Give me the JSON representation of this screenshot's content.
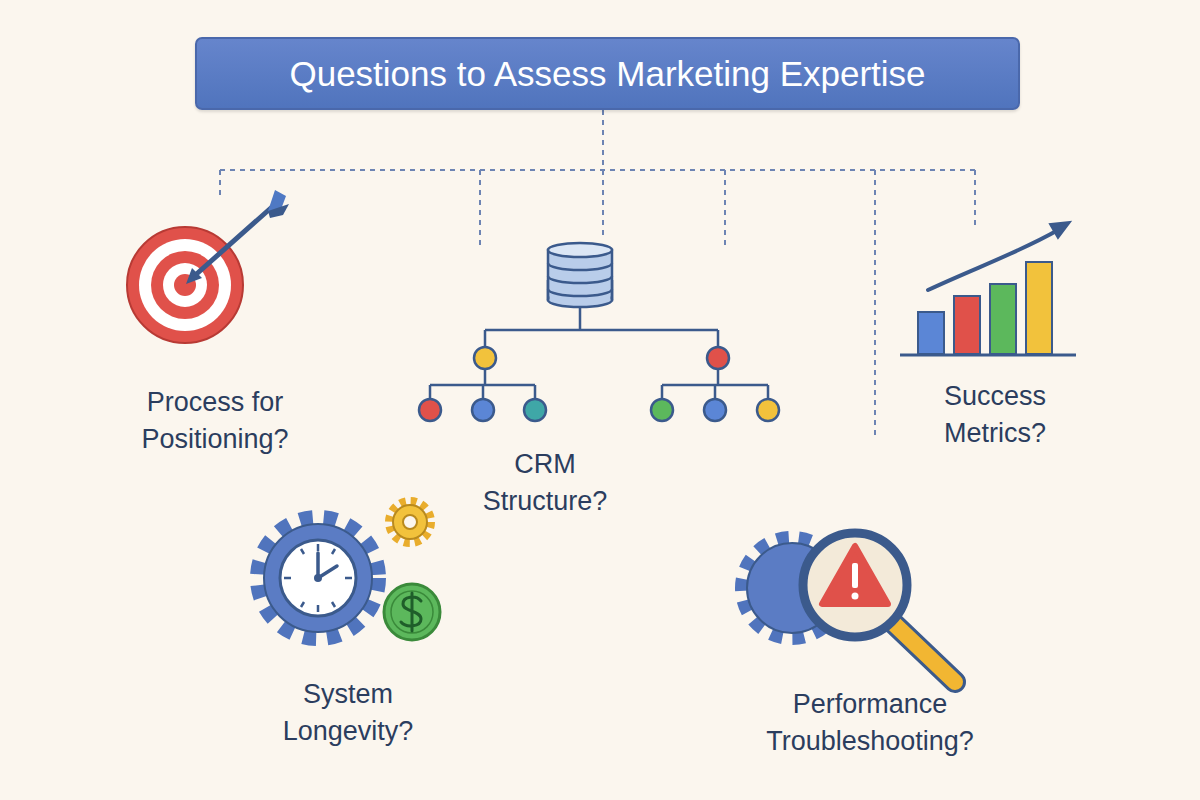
{
  "diagram": {
    "title": "Questions to Assess Marketing Expertise",
    "labels": [
      "Process for Positioning?",
      "CRM Structure?",
      "Success Metrics?",
      "System Longevity?",
      "Performance Troubleshooting?"
    ]
  }
}
